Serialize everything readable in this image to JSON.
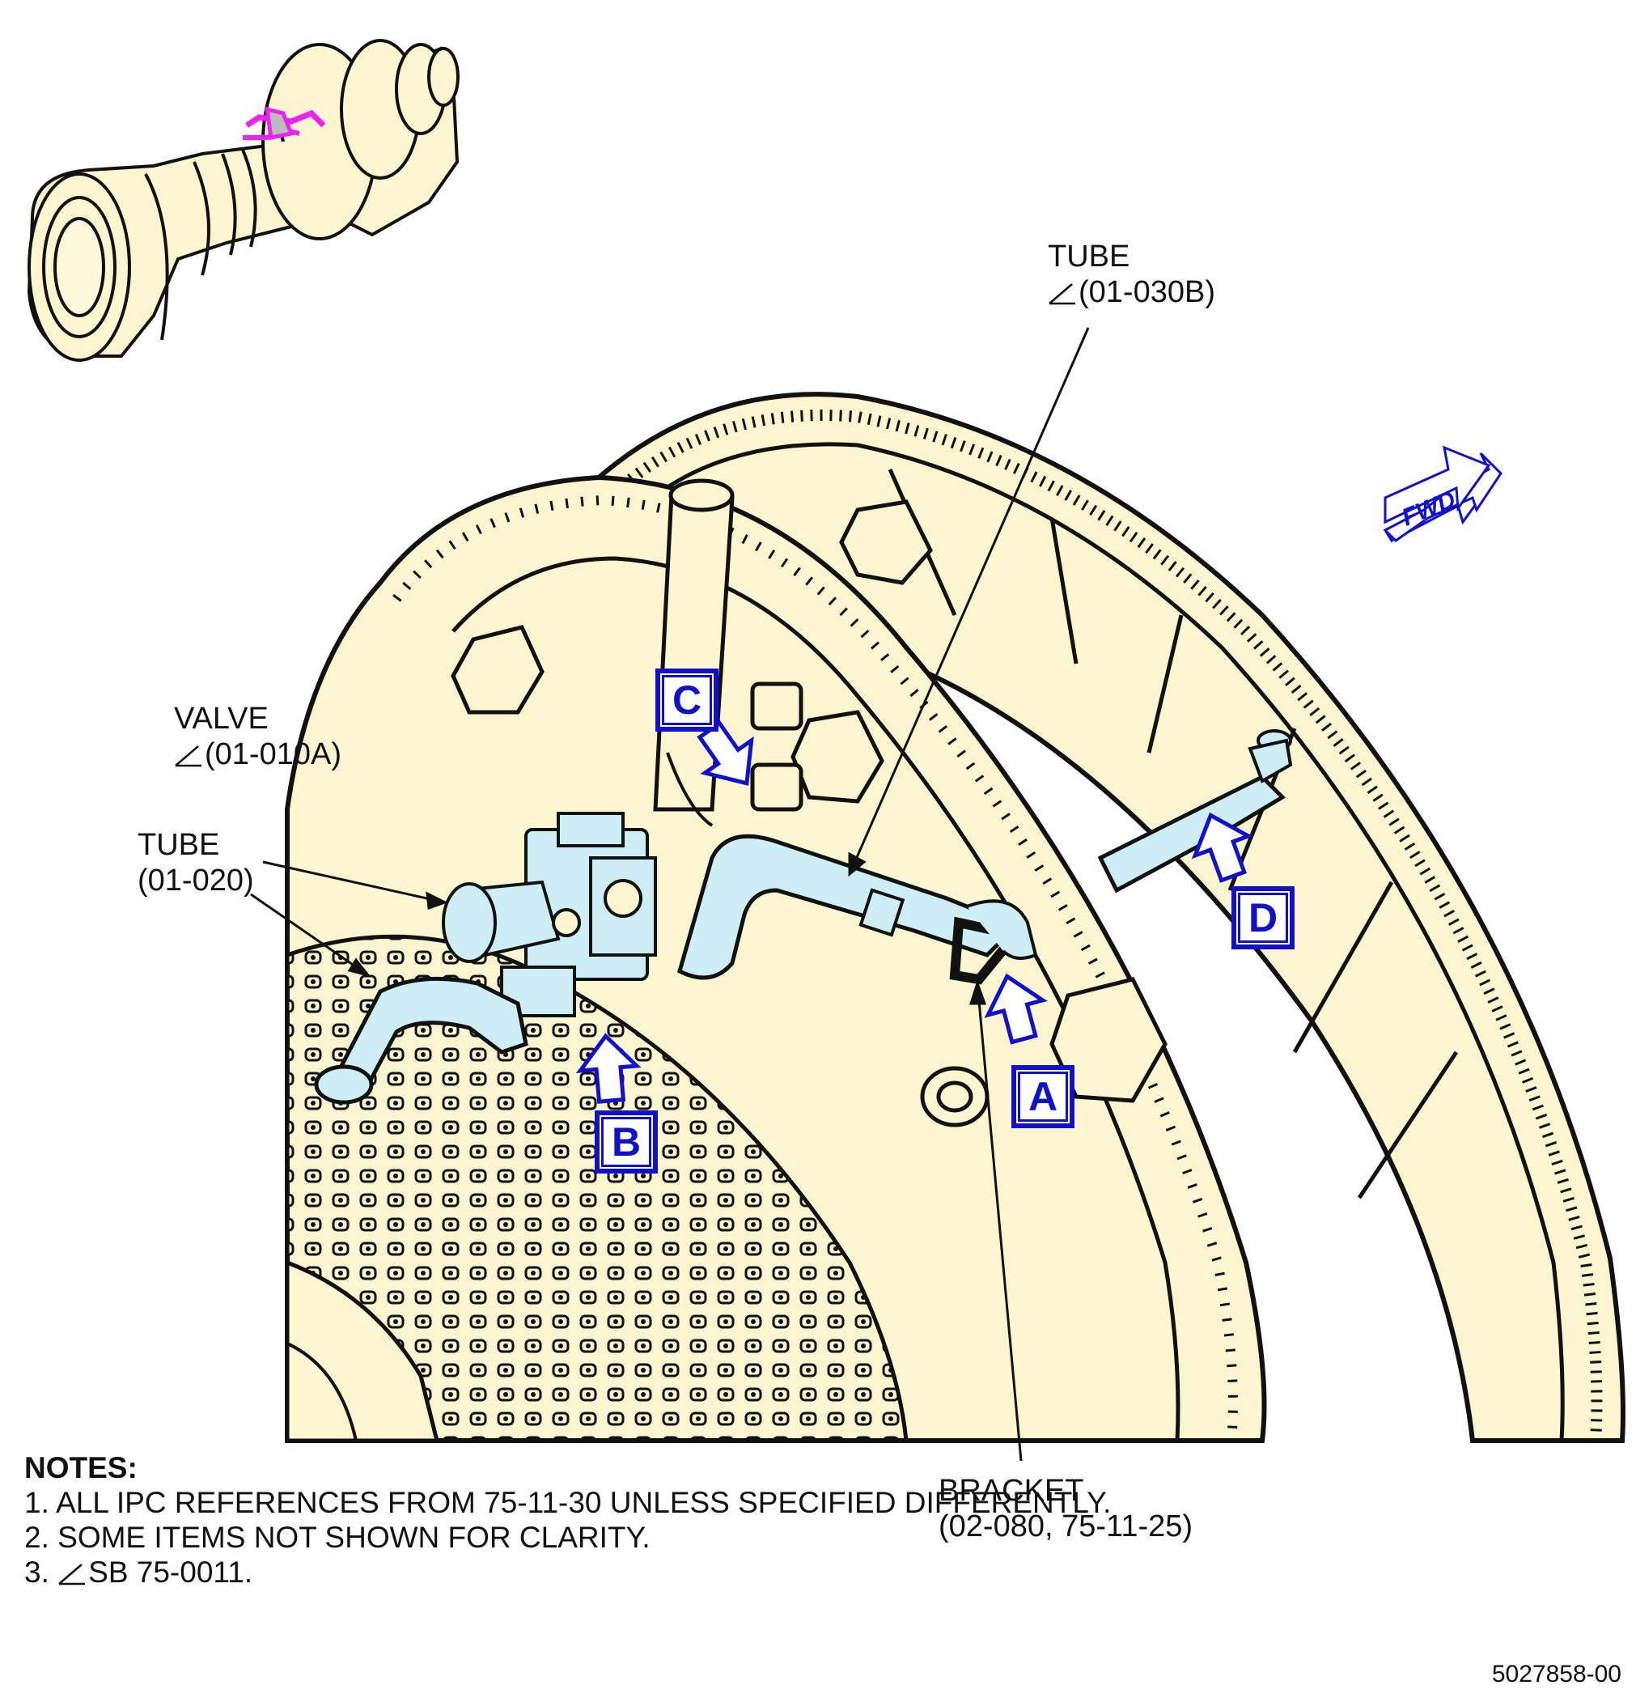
{
  "labels": {
    "tube_top": {
      "name": "TUBE",
      "ref": "(01-030B)"
    },
    "valve": {
      "name": "VALVE",
      "ref": "(01-010A)"
    },
    "tube_left": {
      "name": "TUBE",
      "ref": "(01-020)"
    },
    "bracket": {
      "name": "BRACKET",
      "ref": "(02-080, 75-11-25)"
    }
  },
  "callouts": {
    "a": "A",
    "b": "B",
    "c": "C",
    "d": "D"
  },
  "fwd_label": "FWD",
  "notes": {
    "title": "NOTES:",
    "items": [
      "1. ALL IPC REFERENCES FROM 75-11-30 UNLESS SPECIFIED DIFFERENTLY.",
      "2. SOME ITEMS NOT SHOWN FOR CLARITY.",
      "3. SB 75-0011."
    ]
  },
  "figure_id": "5027858-00",
  "colors": {
    "engine_fill": "#fbf6cf",
    "tube_highlight": "#cdeef4",
    "callout_blue": "#1111cc",
    "locator_magenta": "#ee22ee",
    "outline": "#111111"
  }
}
